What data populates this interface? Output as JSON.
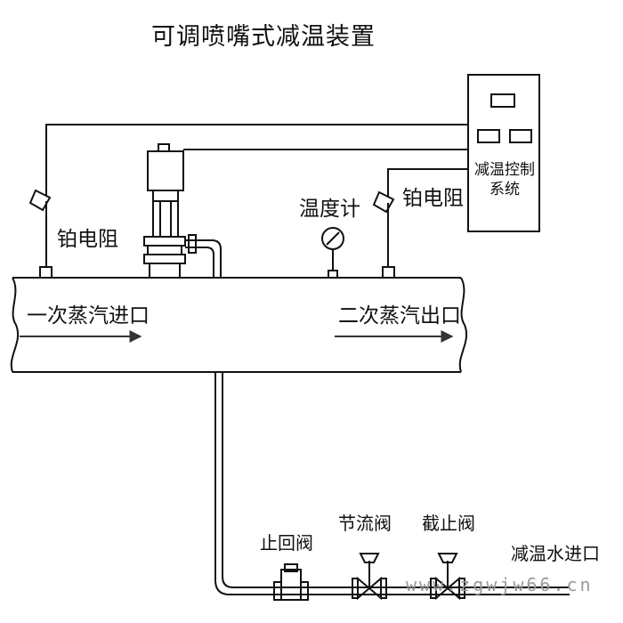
{
  "title": "可调喷嘴式减温装置",
  "labels": {
    "pt_left": "铂电阻",
    "pt_right": "铂电阻",
    "thermometer": "温度计",
    "control_system": "减温控制系统",
    "steam_in": "一次蒸汽进口",
    "steam_out": "二次蒸汽出口",
    "check_valve": "止回阀",
    "throttle_valve": "节流阀",
    "stop_valve": "截止阀",
    "water_in": "减温水进口"
  },
  "watermark": "www.zgwjw66.cn",
  "colors": {
    "line": "#111111",
    "arrow": "#333333",
    "watermark": "#9a9a9a"
  }
}
